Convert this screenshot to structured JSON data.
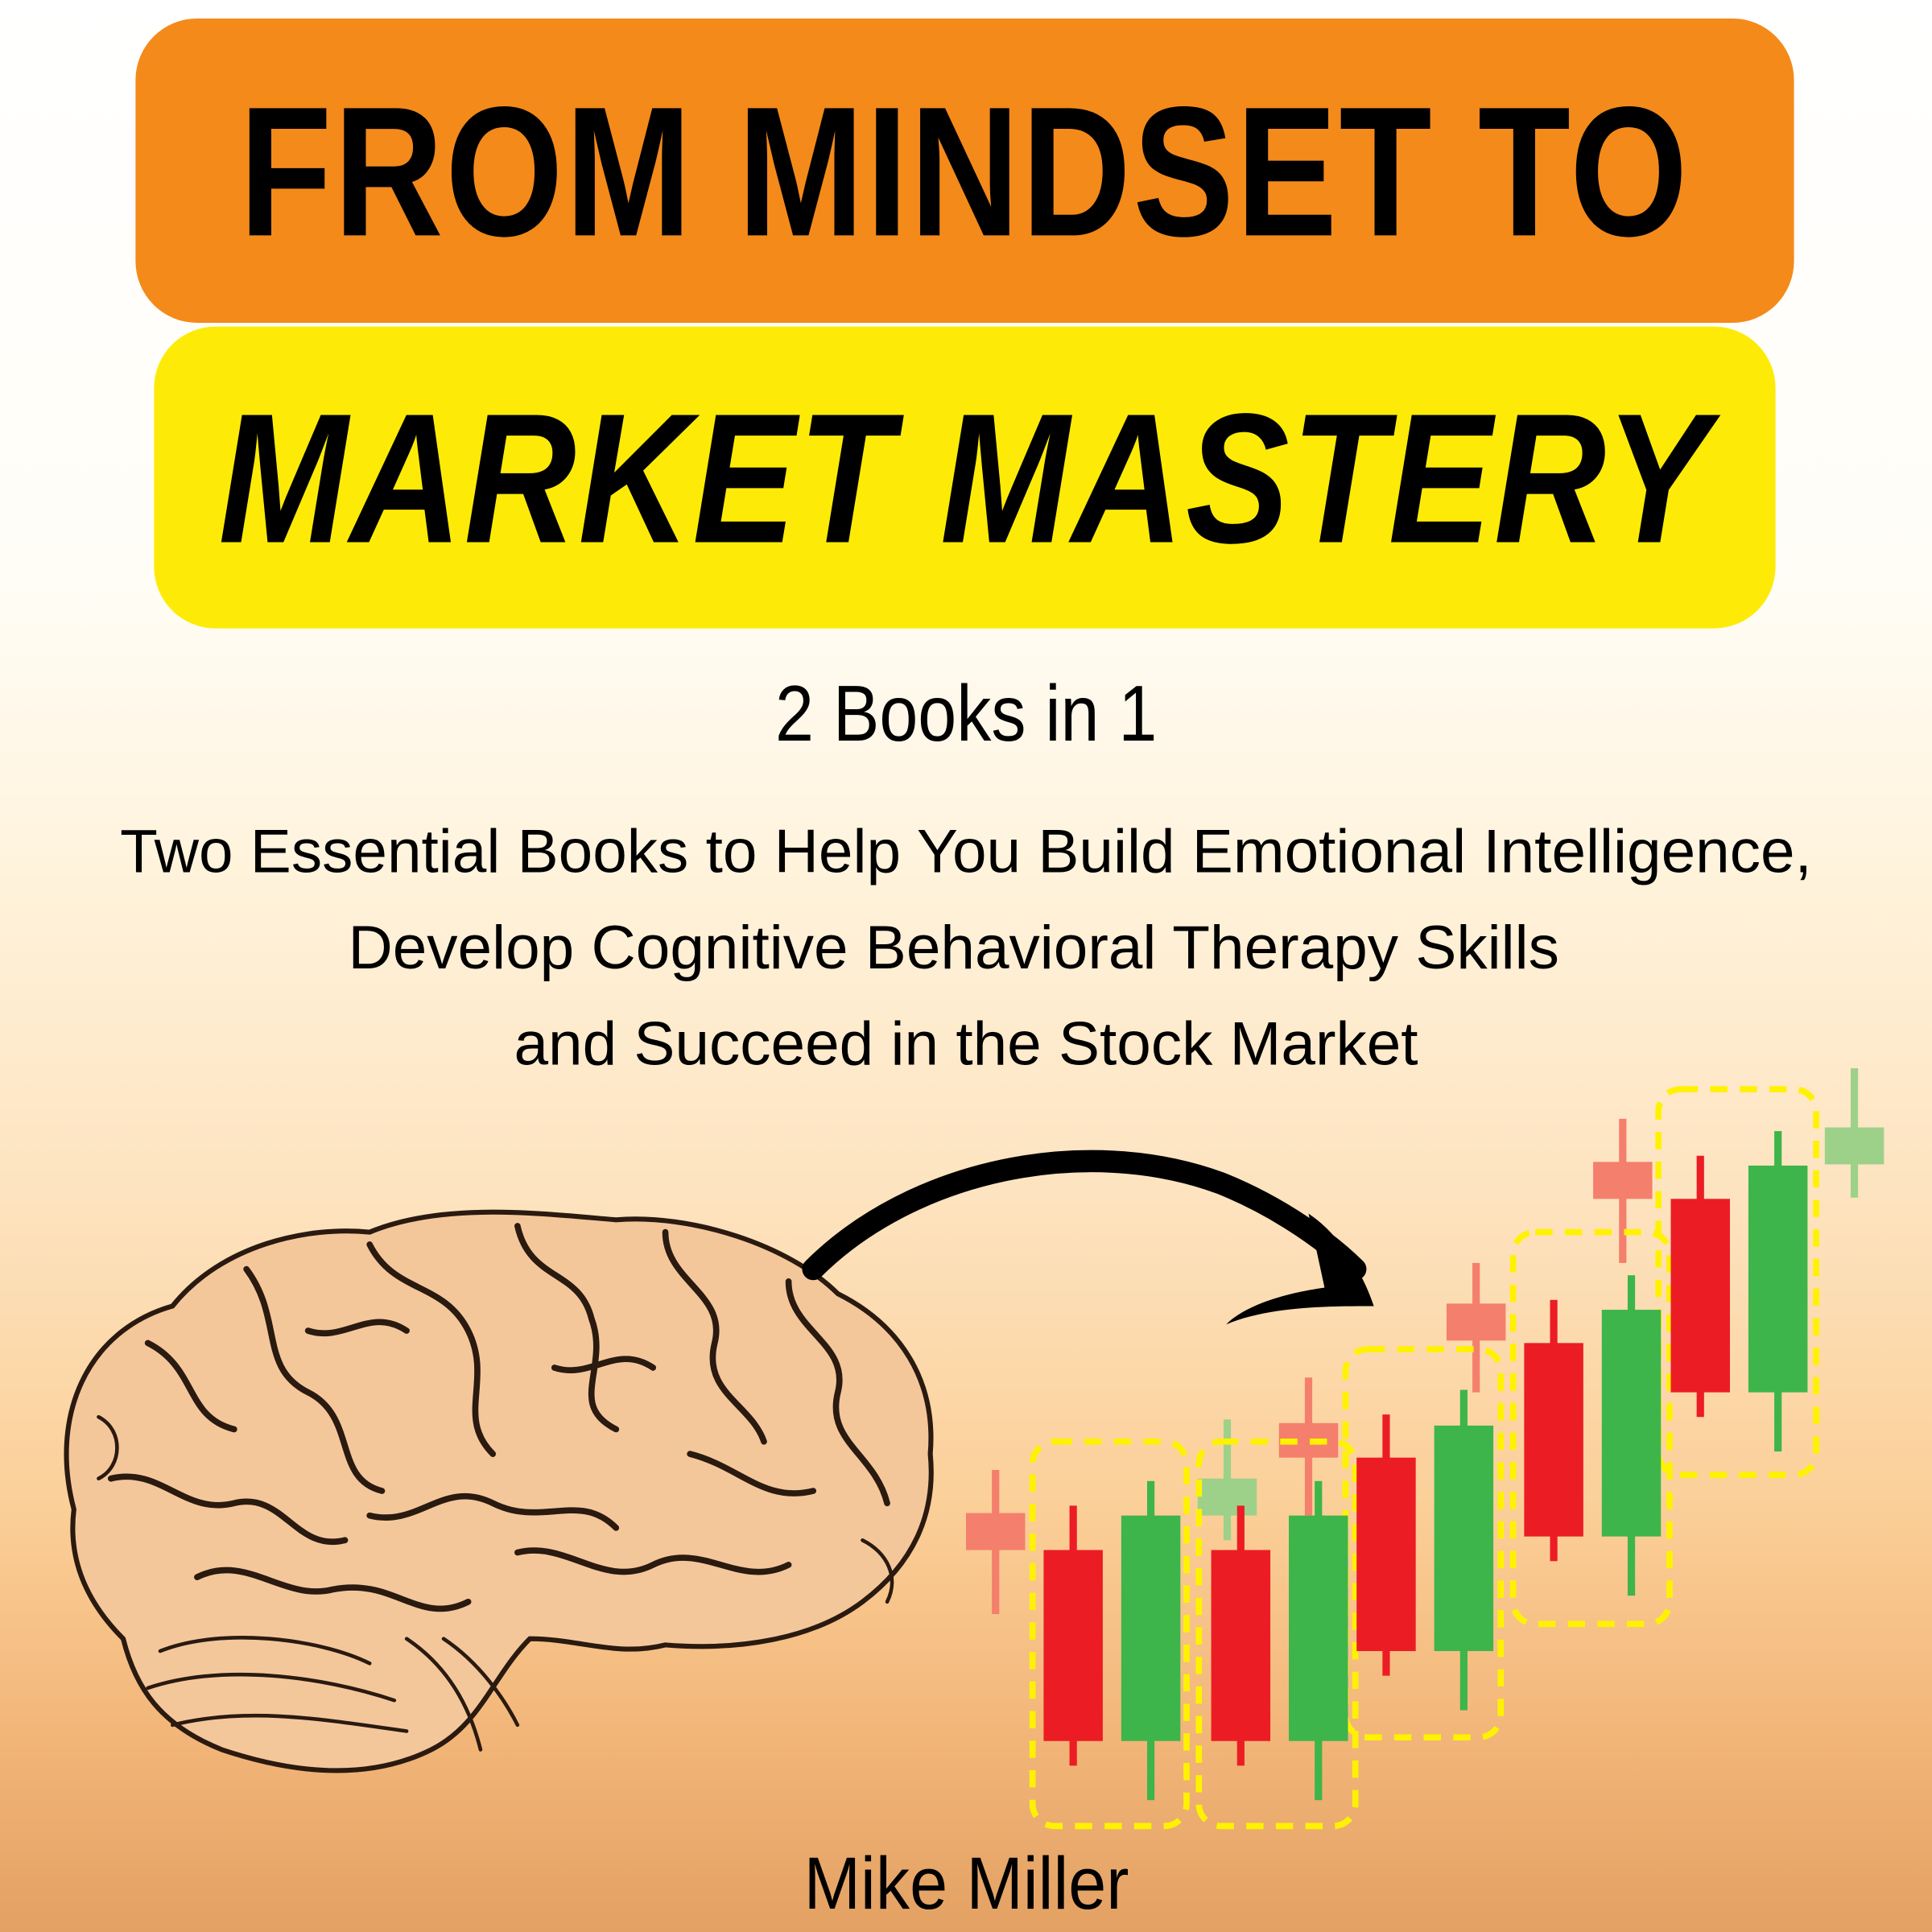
{
  "cover": {
    "title_line1": "FROM MINDSET TO",
    "title_line2": "MARKET MASTERY",
    "subtitle": "2 Books in 1",
    "description": [
      "Two Essential Books  to Help You Build Emotional Intelligence,",
      "Develop Cognitive Behavioral Therapy Skills",
      "and Succeed in the Stock Market"
    ],
    "author": "Mike Miller"
  },
  "colors": {
    "title_box_top": "#f48a1a",
    "title_box_bottom": "#fdeb07",
    "candle_up": "#3db54a",
    "candle_down": "#ec1c24",
    "candle_up_faded": "#9dd18a",
    "candle_down_faded": "#f47f6c",
    "highlight_box": "#fff200"
  },
  "illustration": {
    "left": "brain-icon",
    "middle": "arrow-right-icon",
    "right": "candlestick-chart-icon"
  }
}
